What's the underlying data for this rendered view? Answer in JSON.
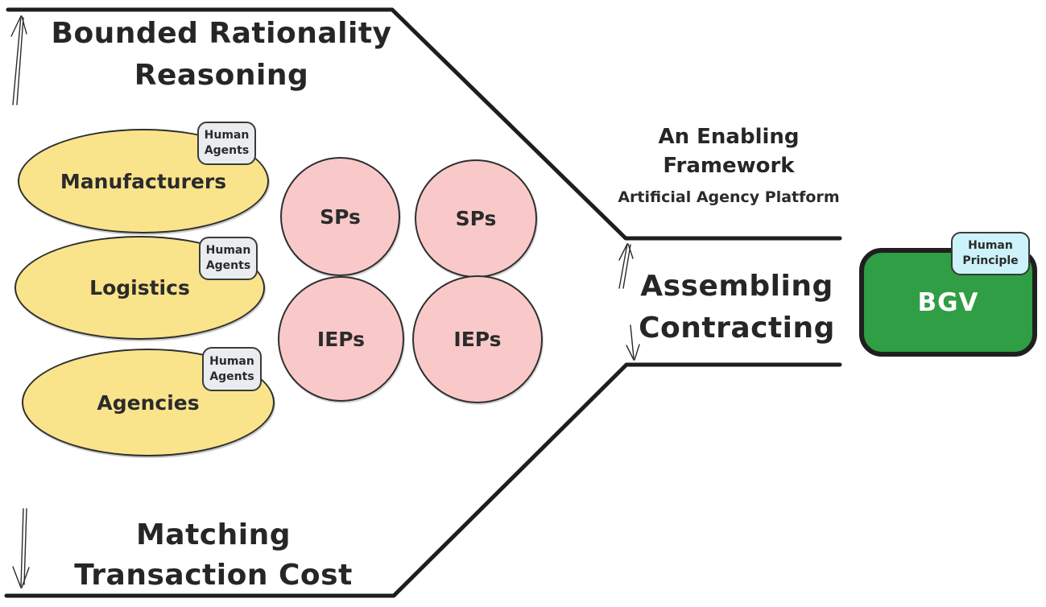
{
  "colors": {
    "stroke": "#1e1e1e",
    "text": "#2b2b2b",
    "ellipse_fill_yellow": "#f9e48b",
    "circle_fill_pink": "#f9c9c9",
    "box_fill_green": "#2f9e44",
    "badge_fill_gray": "#e9edf0",
    "badge_fill_cyan": "#ccf3f9",
    "box_label_text": "#ffffff"
  },
  "top_left_axis": {
    "line1": "Bounded Rationality",
    "line2": "Reasoning"
  },
  "bottom_left_axis": {
    "line1": "Matching",
    "line2": "Transaction Cost"
  },
  "suppliers": {
    "ellipses": [
      {
        "label": "Manufacturers",
        "badge": {
          "line1": "Human",
          "line2": "Agents"
        }
      },
      {
        "label": "Logistics",
        "badge": {
          "line1": "Human",
          "line2": "Agents"
        }
      },
      {
        "label": "Agencies",
        "badge": {
          "line1": "Human",
          "line2": "Agents"
        }
      }
    ],
    "circles": [
      {
        "label": "SPs"
      },
      {
        "label": "SPs"
      },
      {
        "label": "IEPs"
      },
      {
        "label": "IEPs"
      }
    ]
  },
  "framework": {
    "heading_line1": "An Enabling",
    "heading_line2": "Framework",
    "subheading": "Artificial Agency Platform",
    "stage_line1": "Assembling",
    "stage_line2": "Contracting"
  },
  "principal": {
    "box_label": "BGV",
    "badge": {
      "line1": "Human",
      "line2": "Principle"
    }
  }
}
